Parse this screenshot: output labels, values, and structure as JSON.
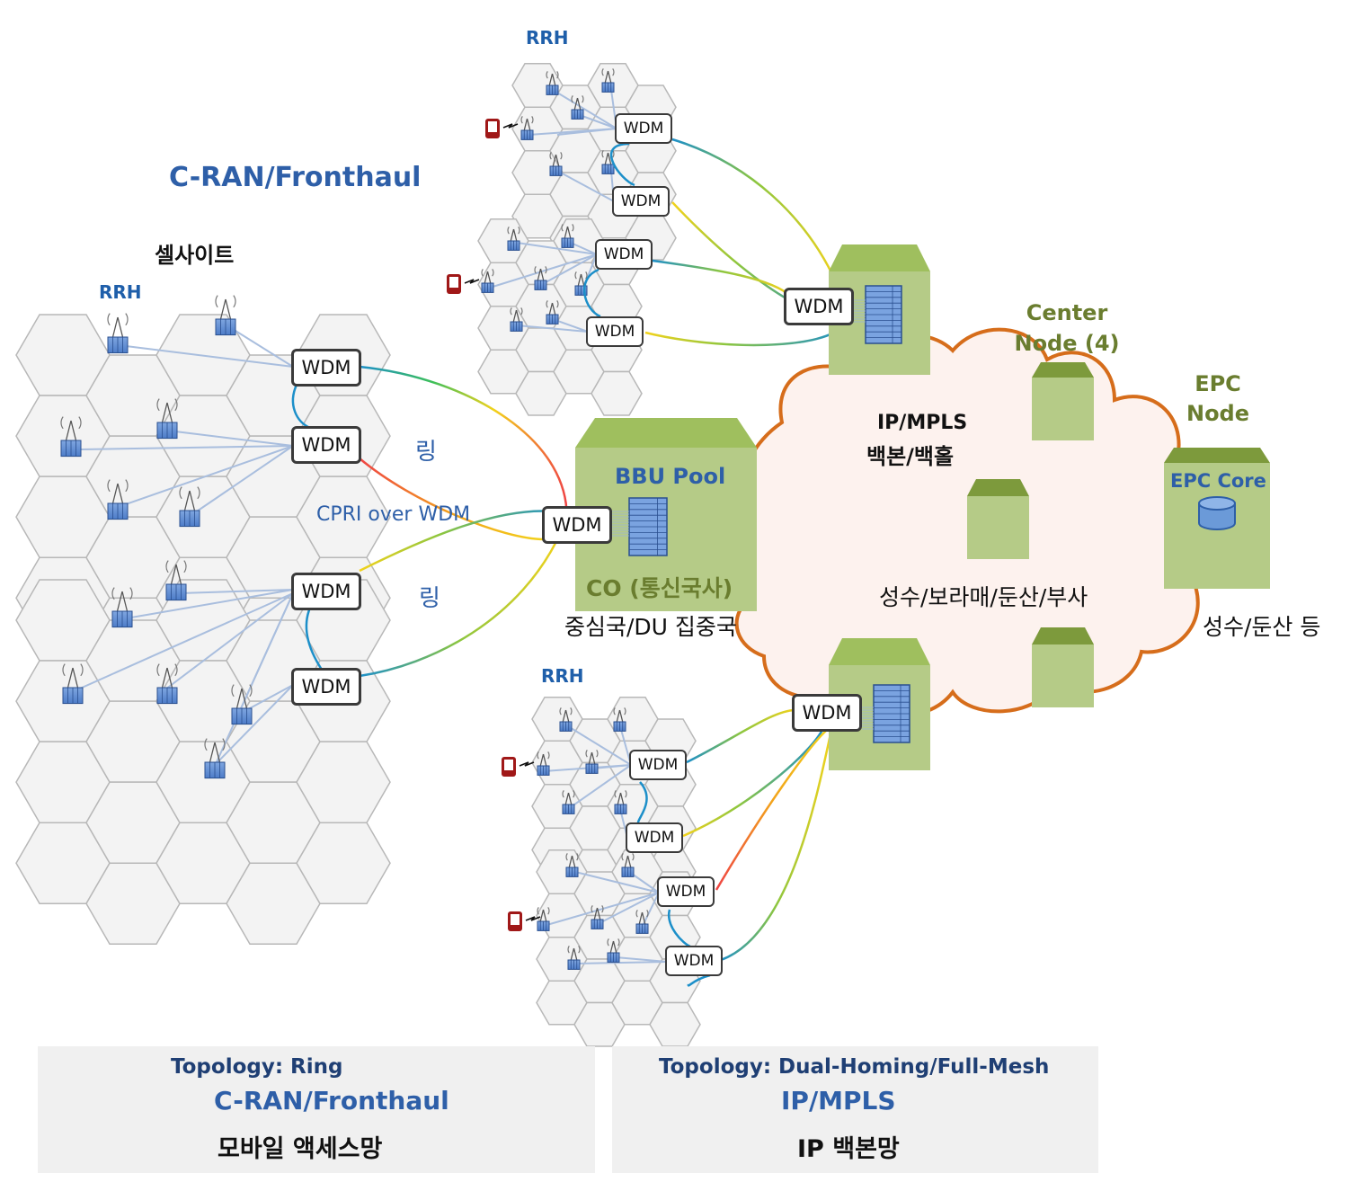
{
  "titles": {
    "cran_fronthaul": "C-RAN/Fronthaul",
    "cell_site": "셀사이트",
    "rrh": "RRH",
    "ring": "링",
    "cpri_over_wdm": "CPRI over WDM",
    "wdm": "WDM",
    "bbu_pool": "BBU Pool",
    "co": "CO (통신국사)",
    "co_sub": "중심국/DU 집중국",
    "ip_mpls_backbone": "IP/MPLS",
    "backbone_backhaul": "백본/백홀",
    "center_node_line1": "Center",
    "center_node_line2": "Node (4)",
    "center_locations": "성수/보라매/둔산/부사",
    "epc_node_line1": "EPC",
    "epc_node_line2": "Node",
    "epc_core": "EPC Core",
    "epc_locations": "성수/둔산 등"
  },
  "panels": {
    "left": {
      "topology": "Topology: Ring",
      "network": "C-RAN/Fronthaul",
      "name": "모바일 액세스망"
    },
    "right": {
      "topology": "Topology: Dual-Homing/Full-Mesh",
      "network": "IP/MPLS",
      "name": "IP 백본망"
    }
  },
  "colors": {
    "title_blue": "#2e5fa8",
    "rrh_blue": "#1f5faa",
    "node_green": "#b5cb87",
    "node_green_dark": "#6a7d2f",
    "cloud_fill": "#fdf2ee",
    "cloud_stroke": "#d66d1b",
    "panel_bg": "#f0f0f0",
    "phone_red": "#a01818"
  },
  "icons": {
    "cell_tower": "cell-tower-icon",
    "rrh_unit": "rrh-unit-icon",
    "mobile_phone": "mobile-phone-icon",
    "server_rack": "server-rack-icon",
    "database": "database-icon"
  }
}
